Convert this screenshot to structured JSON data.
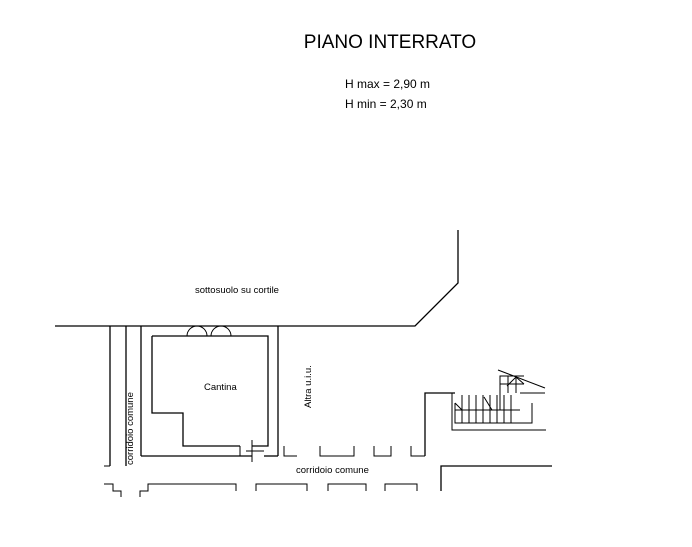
{
  "header": {
    "title": "PIANO INTERRATO",
    "h_max": "H max = 2,90 m",
    "h_min": "H min = 2,30 m"
  },
  "labels": {
    "sottosuolo": "sottosuolo  su  cortile",
    "cantina": "Cantina",
    "altra_uiu": "Altra u.i.u.",
    "corridoio_vertical": "corridoio  comune",
    "corridoio_horizontal": "corridoio   comune"
  },
  "colors": {
    "ink": "#000000",
    "background": "#ffffff"
  }
}
